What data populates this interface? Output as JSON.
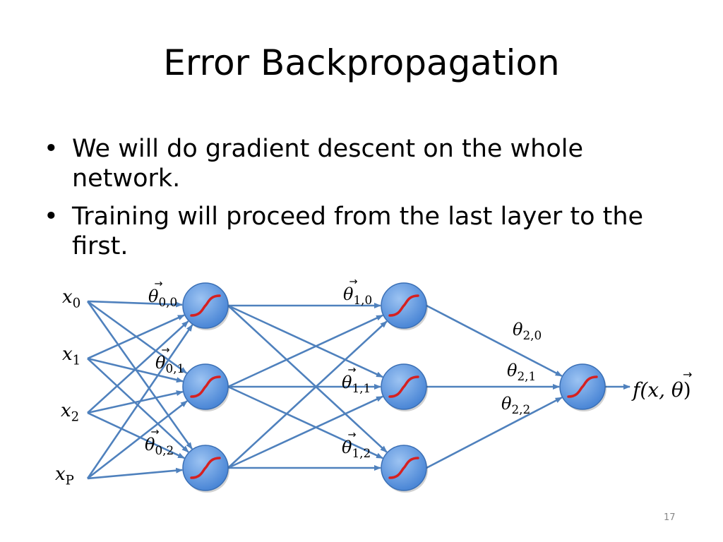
{
  "slide": {
    "title": "Error Backpropagation",
    "bullets": [
      "We will do gradient descent on the whole network.",
      "Training will proceed from the last layer to the first."
    ],
    "bullet_marker": "•",
    "page_number": "17"
  },
  "diagram": {
    "inputs": [
      {
        "base": "x",
        "sub": "0"
      },
      {
        "base": "x",
        "sub": "1"
      },
      {
        "base": "x",
        "sub": "2"
      },
      {
        "base": "x",
        "sub": "P"
      }
    ],
    "weights": {
      "layer0": [
        {
          "base": "θ",
          "sub": "0,0",
          "vector": true
        },
        {
          "base": "θ",
          "sub": "0,1",
          "vector": true
        },
        {
          "base": "θ",
          "sub": "0,2",
          "vector": true
        }
      ],
      "layer1": [
        {
          "base": "θ",
          "sub": "1,0",
          "vector": true
        },
        {
          "base": "θ",
          "sub": "1,1",
          "vector": true
        },
        {
          "base": "θ",
          "sub": "1,2",
          "vector": true
        }
      ],
      "layer2": [
        {
          "base": "θ",
          "sub": "2,0",
          "vector": false
        },
        {
          "base": "θ",
          "sub": "2,1",
          "vector": false
        },
        {
          "base": "θ",
          "sub": "2,2",
          "vector": false
        }
      ]
    },
    "output_label": {
      "prefix": "f(x, ",
      "theta": "θ",
      "suffix": ")"
    },
    "colors": {
      "edge": "#4f81bd",
      "node_fill": "#4a86d6",
      "node_light": "#9cc3f2",
      "node_stroke": "#3a6fb5",
      "sigmoid": "#d62020"
    }
  }
}
